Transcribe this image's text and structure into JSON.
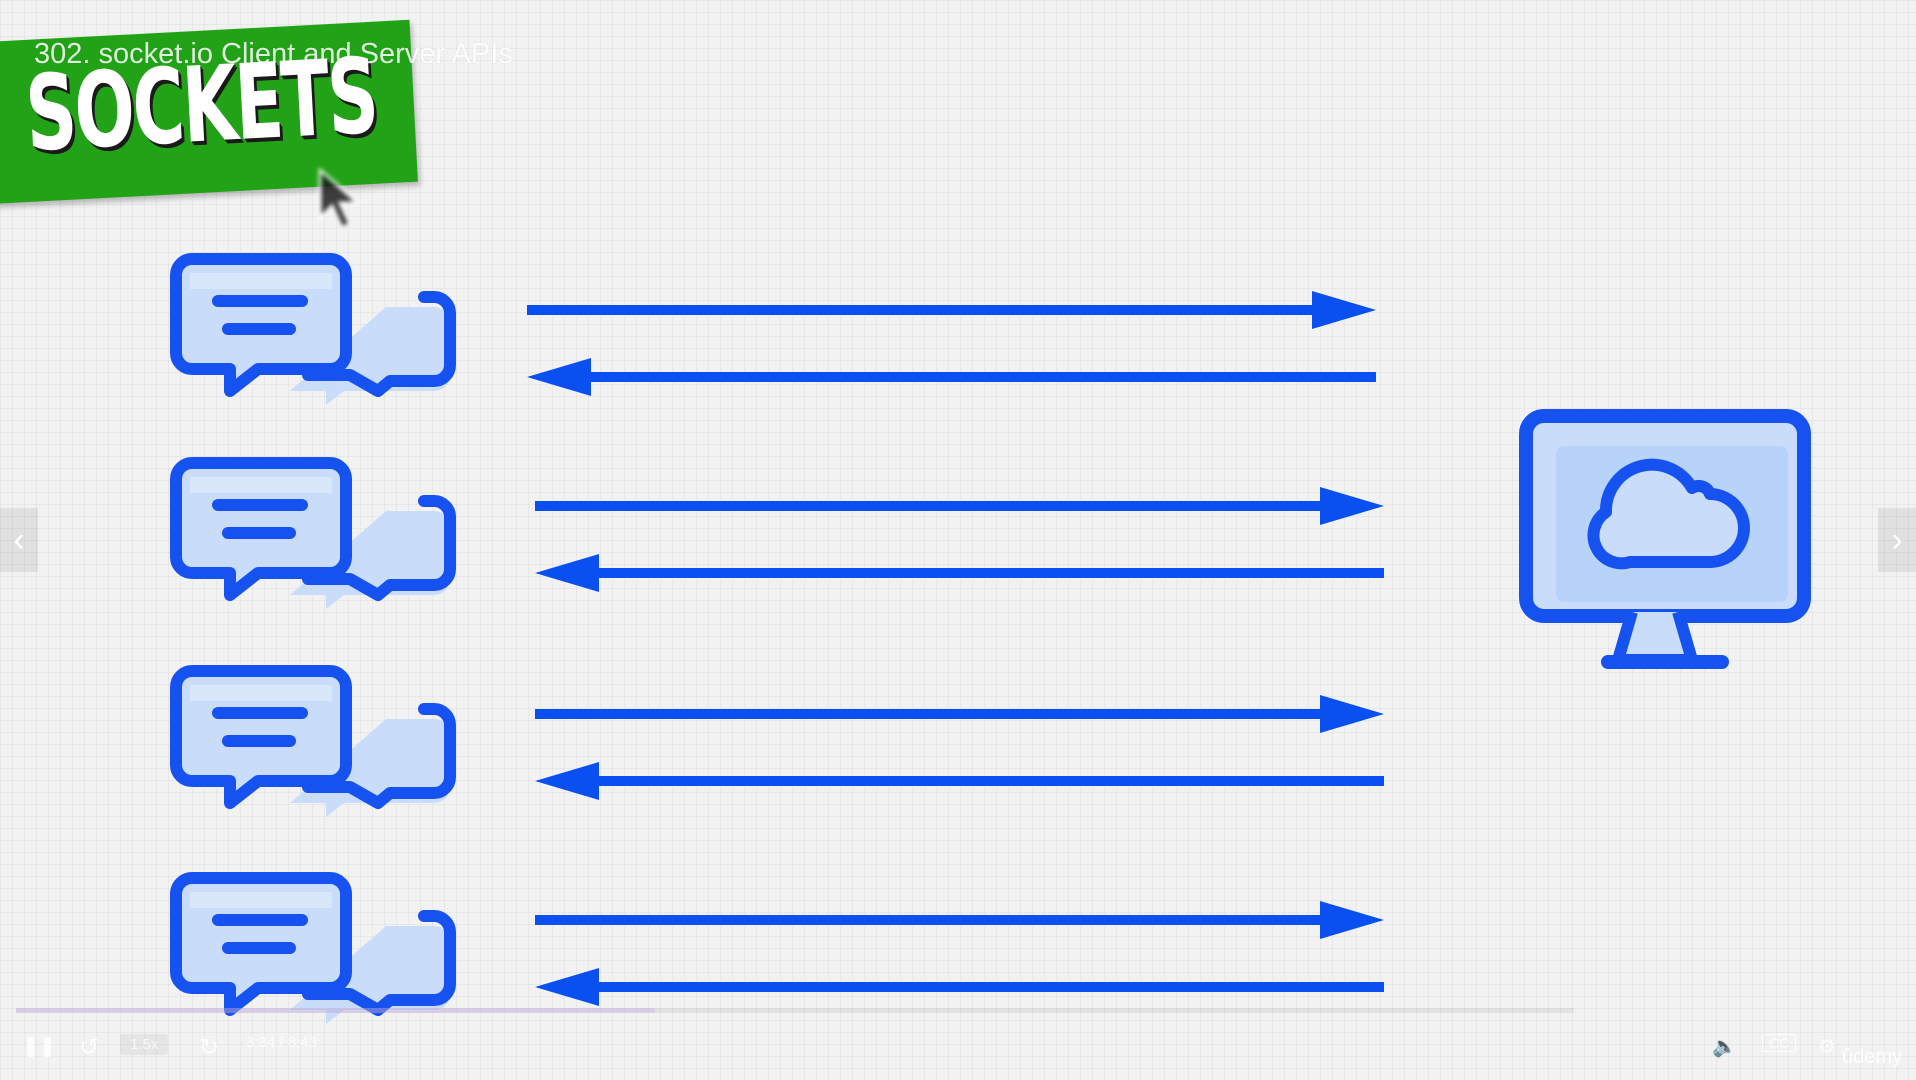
{
  "lecture": {
    "title": "302. socket.io Client and Server APIs"
  },
  "banner": {
    "text": "SOCKETS"
  },
  "diagram": {
    "client_icon": "chat-bubbles-icon",
    "server_icon": "monitor-cloud-icon",
    "connection_rows": 4,
    "colors": {
      "arrow": "#0a4ff0",
      "icon_stroke": "#1652f0",
      "icon_fill": "#c9ddfb",
      "banner": "#22a317"
    }
  },
  "nav": {
    "prev_icon": "chevron-left-icon",
    "next_icon": "chevron-right-icon"
  },
  "player": {
    "progress": 0.41,
    "speed": "1.5x",
    "time": "3:34 / 8:43",
    "brand": "ûdemy"
  }
}
